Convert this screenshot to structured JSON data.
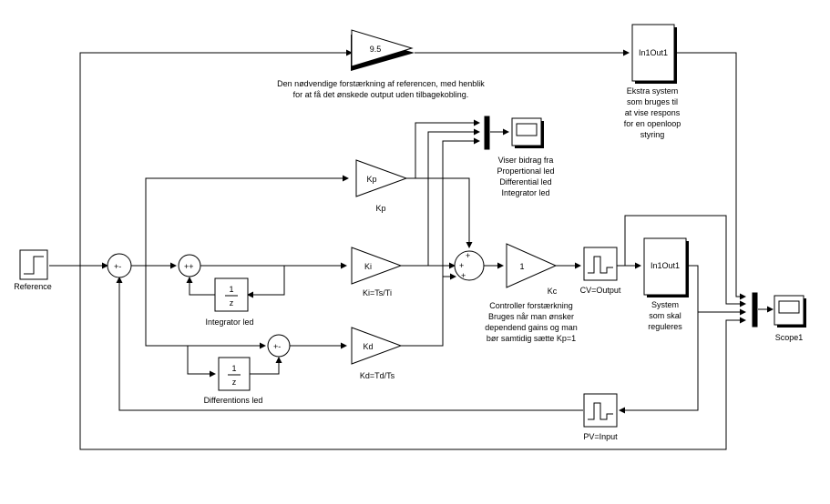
{
  "blocks": {
    "reference": {
      "label": "Reference"
    },
    "sum_main": {
      "signs": "+-"
    },
    "sum_integrator": {
      "signs": "++"
    },
    "integrator_delay": {
      "num": "1",
      "den": "z",
      "label": "Integrator led"
    },
    "differentiator_delay": {
      "num": "1",
      "den": "z",
      "label": "Differentions led"
    },
    "sum_differentiator": {
      "signs": "+-"
    },
    "gain_ff": {
      "value": "9.5"
    },
    "gain_kp": {
      "value": "Kp",
      "label": "Kp"
    },
    "gain_ki": {
      "value": "Ki",
      "label": "Ki=Ts/Ti"
    },
    "gain_kd": {
      "value": "Kd",
      "label": "Kd=Td/Ts"
    },
    "sum_controller": {
      "signs": "+++"
    },
    "gain_kc": {
      "value": "1",
      "label": "Kc"
    },
    "zoh_output": {
      "label": "CV=Output"
    },
    "zoh_input": {
      "label": "PV=Input"
    },
    "system_openloop": {
      "port_text": "In1Out1"
    },
    "system_plant": {
      "port_text": "In1Out1"
    },
    "scope_bidrag": {},
    "scope1": {
      "label": "Scope1"
    }
  },
  "annotations": {
    "ff_note": [
      "Den nødvendige forstærkning af referencen, med henblik",
      "for at få det ønskede output uden tilbagekobling."
    ],
    "openloop_note": [
      "Ekstra system",
      "som bruges til",
      "at vise respons",
      "for en openloop",
      "styring"
    ],
    "bidrag_note": [
      "Viser bidrag fra",
      "Propertional led",
      "Differential led",
      "Integrator led"
    ],
    "kc_note": [
      "Controller forstærkning",
      "Bruges når man ønsker",
      "dependend gains og man",
      "bør samtidig sætte Kp=1"
    ],
    "plant_note": [
      "System",
      "som skal",
      "reguleres"
    ]
  }
}
